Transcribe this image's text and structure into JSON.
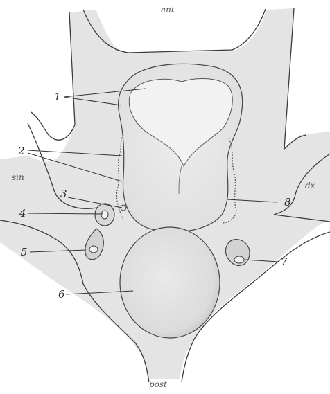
{
  "figure": {
    "orientation_labels": {
      "top": "ant",
      "bottom": "post",
      "left": "sin",
      "right": "dx"
    },
    "callouts": [
      "1",
      "2",
      "3",
      "4",
      "5",
      "6",
      "7",
      "8"
    ]
  }
}
